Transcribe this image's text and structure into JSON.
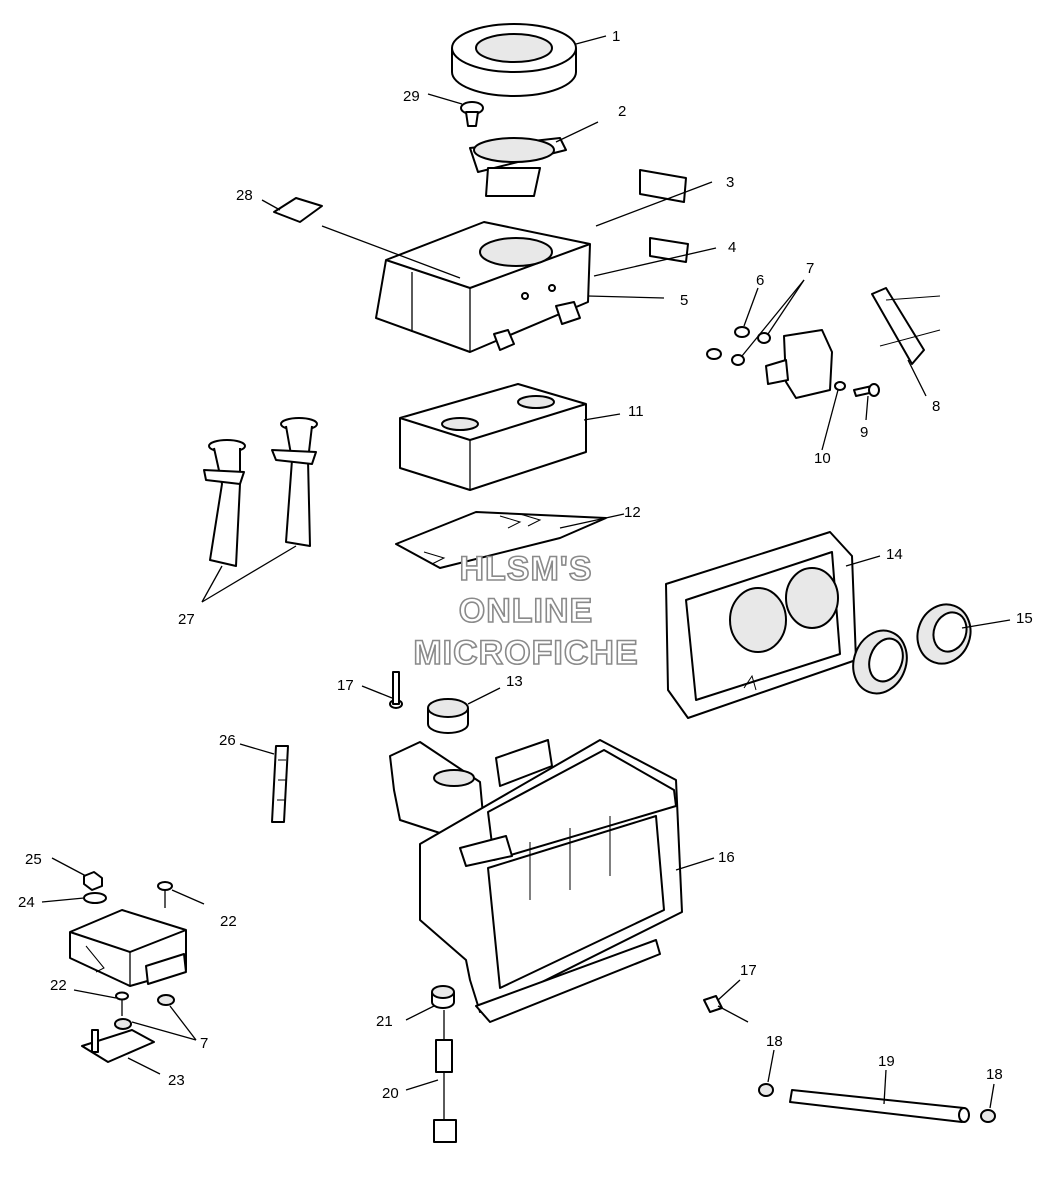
{
  "watermark": {
    "line1": "HLSM'S",
    "line2": "ONLINE",
    "line3": "MICROFICHE"
  },
  "callouts": [
    {
      "id": "c1",
      "label": "1"
    },
    {
      "id": "c2",
      "label": "2"
    },
    {
      "id": "c3",
      "label": "3"
    },
    {
      "id": "c4",
      "label": "4"
    },
    {
      "id": "c5",
      "label": "5"
    },
    {
      "id": "c6",
      "label": "6"
    },
    {
      "id": "c7a",
      "label": "7"
    },
    {
      "id": "c7b",
      "label": "7"
    },
    {
      "id": "c8",
      "label": "8"
    },
    {
      "id": "c9",
      "label": "9"
    },
    {
      "id": "c10",
      "label": "10"
    },
    {
      "id": "c11",
      "label": "11"
    },
    {
      "id": "c12",
      "label": "12"
    },
    {
      "id": "c13",
      "label": "13"
    },
    {
      "id": "c14",
      "label": "14"
    },
    {
      "id": "c15",
      "label": "15"
    },
    {
      "id": "c16",
      "label": "16"
    },
    {
      "id": "c17a",
      "label": "17"
    },
    {
      "id": "c17b",
      "label": "17"
    },
    {
      "id": "c18a",
      "label": "18"
    },
    {
      "id": "c18b",
      "label": "18"
    },
    {
      "id": "c19",
      "label": "19"
    },
    {
      "id": "c20",
      "label": "20"
    },
    {
      "id": "c21",
      "label": "21"
    },
    {
      "id": "c22a",
      "label": "22"
    },
    {
      "id": "c22b",
      "label": "22"
    },
    {
      "id": "c23",
      "label": "23"
    },
    {
      "id": "c24",
      "label": "24"
    },
    {
      "id": "c25",
      "label": "25"
    },
    {
      "id": "c26",
      "label": "26"
    },
    {
      "id": "c27",
      "label": "27"
    },
    {
      "id": "c28",
      "label": "28"
    },
    {
      "id": "c29",
      "label": "29"
    }
  ]
}
